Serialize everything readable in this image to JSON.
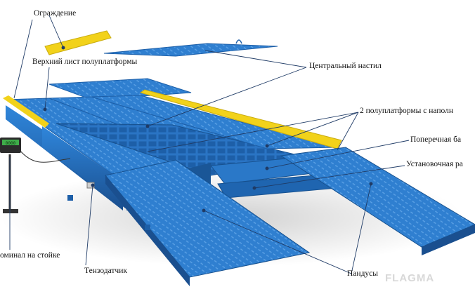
{
  "labels": {
    "guard": "Ограждение",
    "top_sheet": "Верхний лист полуплатформы",
    "central_deck": "Центральный настил",
    "half_platforms": "2 полуплатформы с наполн",
    "cross_beam": "Поперечная ба",
    "mounting": "Установочная ра",
    "terminal": "оминал на стойке",
    "load_cell": "Тензодатчик",
    "ramps": "Пандусы"
  },
  "terminal_display": "0000",
  "watermark": "FLAGMA",
  "colors": {
    "platform_blue": "#2f7fd0",
    "platform_dark": "#1d5fa8",
    "rail_yellow": "#f2d21a",
    "leader": "#1f3b66"
  }
}
